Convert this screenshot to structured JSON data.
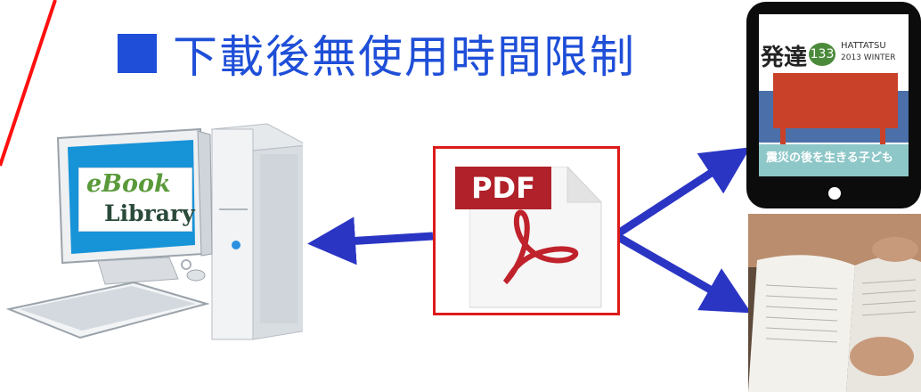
{
  "heading": {
    "bullet": "■",
    "title": "下載後無使用時間限制"
  },
  "computer": {
    "logo_line1": "eBook",
    "logo_line2": "Library"
  },
  "pdf": {
    "label": "PDF"
  },
  "tablet": {
    "mag_title": "発達",
    "issue": "133",
    "mag_en": "HATTATSU",
    "season": "2013 WINTER",
    "feature": "震災の後を生きる子ども"
  },
  "colors": {
    "accent": "#1f4fd8",
    "arrow": "#2b35c4",
    "border": "#dd1b1b"
  }
}
